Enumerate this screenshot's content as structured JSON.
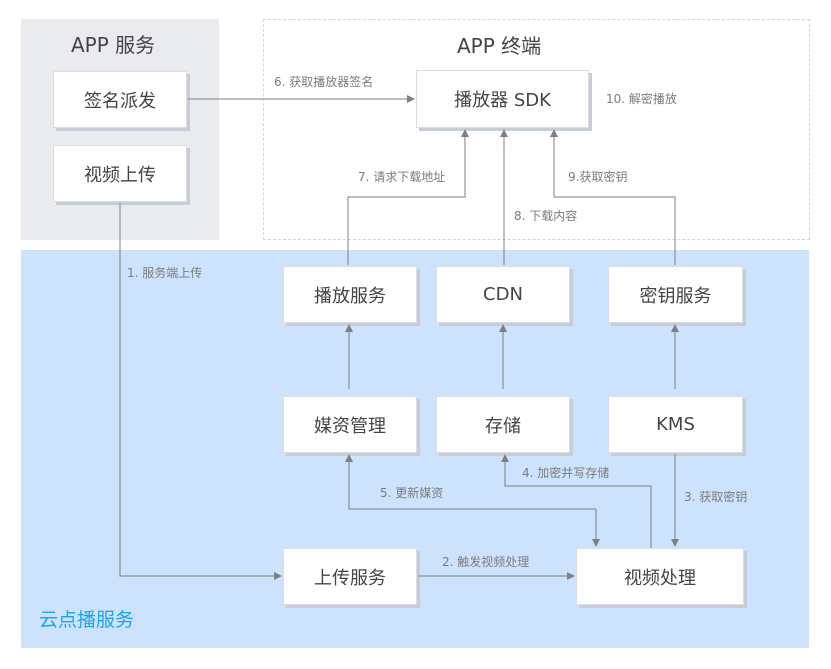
{
  "regions": {
    "app_service": "APP 服务",
    "app_terminal": "APP 终端",
    "vod_service": "云点播服务"
  },
  "nodes": {
    "sign_dispatch": "签名派发",
    "video_upload": "视频上传",
    "player_sdk": "播放器 SDK",
    "play_service": "播放服务",
    "cdn": "CDN",
    "key_service": "密钥服务",
    "media_management": "媒资管理",
    "storage": "存储",
    "kms": "KMS",
    "upload_service": "上传服务",
    "video_processing": "视频处理"
  },
  "steps": {
    "s1": "1. 服务端上传",
    "s2": "2. 触发视频处理",
    "s3": "3. 获取密钥",
    "s4": "4. 加密并写存储",
    "s5": "5. 更新媒资",
    "s6": "6. 获取播放器签名",
    "s7": "7. 请求下载地址",
    "s8": "8. 下载内容",
    "s9": "9.获取密钥",
    "s10": "10. 解密播放"
  },
  "colors": {
    "app_service_bg": "#e9ebee",
    "vod_service_bg": "#cde2fd",
    "vod_title": "#1aa5f0",
    "connector": "#808080",
    "dashed_border": "#d4d6da"
  }
}
